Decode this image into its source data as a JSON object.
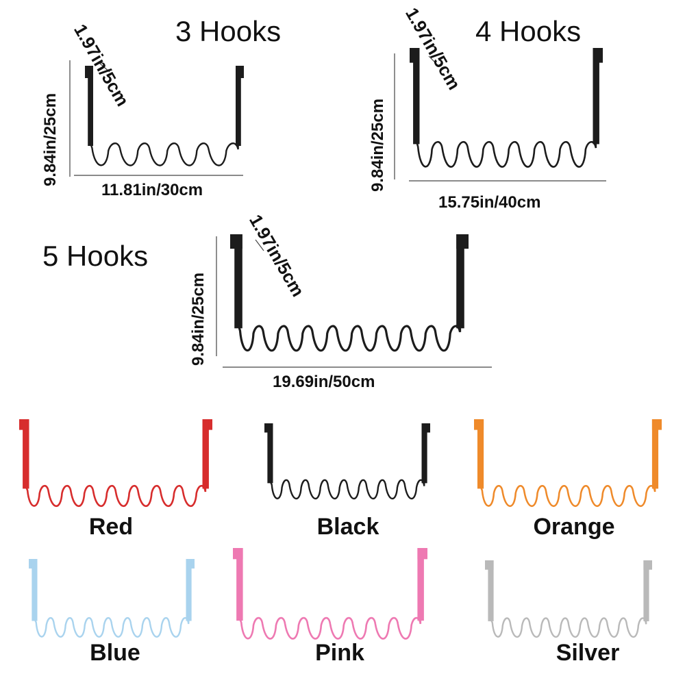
{
  "sizes": [
    {
      "title": "3 Hooks",
      "depth": "1.97in/5cm",
      "height": "9.84in/25cm",
      "width": "11.81in/30cm"
    },
    {
      "title": "4 Hooks",
      "depth": "1.97in/5cm",
      "height": "9.84in/25cm",
      "width": "15.75in/40cm"
    },
    {
      "title": "5 Hooks",
      "depth": "1.97in/5cm",
      "height": "9.84in/25cm",
      "width": "19.69in/50cm"
    }
  ],
  "colors": [
    {
      "label": "Red",
      "hex": "#d72d2d"
    },
    {
      "label": "Black",
      "hex": "#1c1c1c"
    },
    {
      "label": "Orange",
      "hex": "#ef8a2a"
    },
    {
      "label": "Blue",
      "hex": "#a9d3ee"
    },
    {
      "label": "Pink",
      "hex": "#ee79b2"
    },
    {
      "label": "Silver",
      "hex": "#b9b9b9"
    }
  ],
  "icons": {
    "rack": "over-door-spiral-hook-rack-icon"
  }
}
